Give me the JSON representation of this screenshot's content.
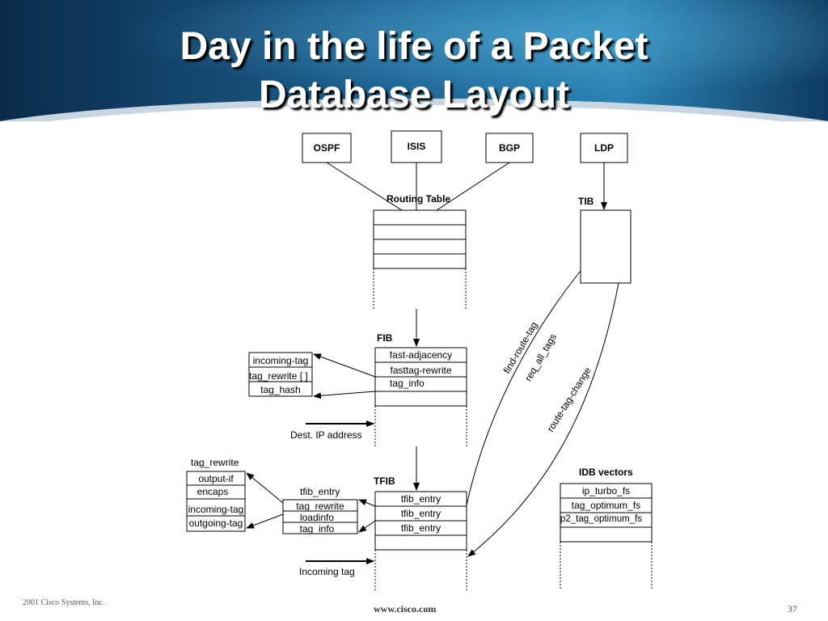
{
  "slide": {
    "title_line1": "Day in the life of a Packet",
    "title_line2": "Database Layout"
  },
  "protocols": [
    "OSPF",
    "ISIS",
    "BGP",
    "LDP"
  ],
  "labels": {
    "routing_table": "Routing Table",
    "tib": "TIB",
    "fib": "FIB",
    "tfib": "TFIB",
    "idb_vectors": "IDB vectors",
    "dest_ip": "Dest. IP  address",
    "incoming_tag": "Incoming  tag",
    "tag_rewrite_heading": "tag_rewrite",
    "tfib_entry_heading": "tfib_entry"
  },
  "fib_entries": [
    "fast-adjacency",
    "fasttag-rewrite",
    "tag_info"
  ],
  "tag_info_struct": [
    "incoming-tag",
    "tag_rewrite [  ]",
    "tag_hash"
  ],
  "tag_rewrite_struct": [
    "output-if",
    "encaps",
    "incoming-tag",
    "outgoing-tag"
  ],
  "tfib_entry_struct": [
    "tag_rewrite",
    "loadinfo",
    "tag_info"
  ],
  "tfib_entries": [
    "tfib_entry",
    "tfib_entry",
    "tfib_entry"
  ],
  "idb_entries": [
    "ip_turbo_fs",
    "tag_optimum_fs",
    "p2_tag_optimum_fs"
  ],
  "curve_labels": {
    "find_route_tag": "find-route-tag",
    "req_all_tags": "req_all_tags",
    "route_tag_change": "route-tag-change"
  },
  "footer": {
    "copyright": "2001 Cisco Systems, Inc.",
    "url": "www.cisco.com",
    "page": "37"
  },
  "colors": {
    "banner_dark": "#0b2a4a",
    "banner_light": "#1e6ea0",
    "title": "#ffffff"
  }
}
